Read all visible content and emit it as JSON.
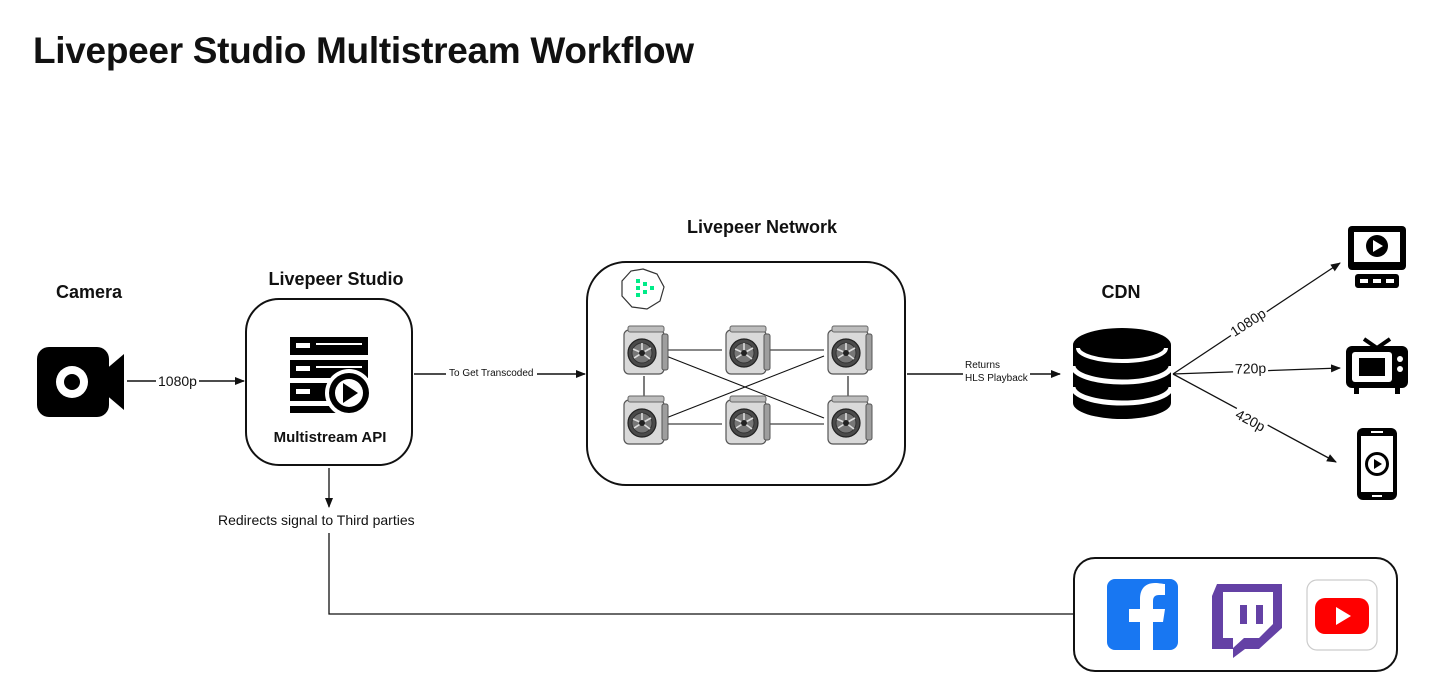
{
  "title": "Livepeer Studio Multistream Workflow",
  "sections": {
    "camera": "Camera",
    "studio": "Livepeer Studio",
    "network": "Livepeer Network",
    "cdn": "CDN"
  },
  "studio_box": {
    "label": "Multistream API"
  },
  "edges": {
    "camera_to_studio": "1080p",
    "studio_to_network": "To Get Transcoded",
    "network_to_cdn_line1": "Returns",
    "network_to_cdn_line2": "HLS Playback",
    "studio_redirect": "Redirects signal to Third parties",
    "cdn_to_desktop": "1080p",
    "cdn_to_tv": "720p",
    "cdn_to_phone": "420p"
  },
  "icons": {
    "camera": "video-camera-icon",
    "multistream": "server-play-icon",
    "network_logo": "livepeer-logo-icon",
    "node": "gpu-node-icon",
    "cdn": "database-icon",
    "desktop": "desktop-monitor-icon",
    "tv": "television-icon",
    "phone": "mobile-phone-icon",
    "facebook": "facebook-icon",
    "twitch": "twitch-icon",
    "youtube": "youtube-icon"
  },
  "colors": {
    "facebook": "#1877f2",
    "twitch": "#6441a5",
    "youtube": "#ff0000",
    "livepeer": "#00eb88"
  }
}
